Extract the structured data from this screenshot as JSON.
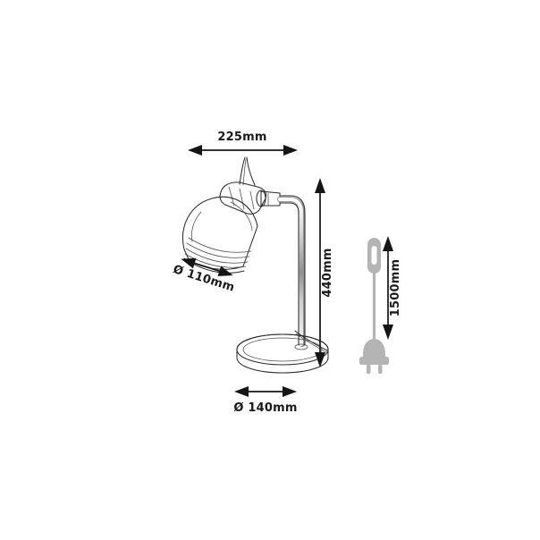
{
  "drawing": {
    "title": "Table lamp technical dimension drawing",
    "background_color": "#ffffff",
    "line_color": "#1a1a1a",
    "cord_color": "#b4b4b4",
    "units": "mm"
  },
  "dimensions": {
    "width_top": {
      "label": "225mm",
      "value": 225,
      "unit": "mm",
      "orientation": "horizontal",
      "measures": "overall reach width of lamp"
    },
    "shade_diameter": {
      "label": "Ø 110mm",
      "value": 110,
      "unit": "mm",
      "orientation": "diagonal",
      "measures": "lamp shade diameter"
    },
    "height": {
      "label": "440mm",
      "value": 440,
      "unit": "mm",
      "orientation": "vertical",
      "measures": "overall lamp height"
    },
    "base_diameter": {
      "label": "Ø 140mm",
      "value": 140,
      "unit": "mm",
      "orientation": "horizontal",
      "measures": "base diameter"
    },
    "cord_length": {
      "label": "1500mm",
      "value": 1500,
      "unit": "mm",
      "orientation": "vertical",
      "measures": "power cord length"
    }
  },
  "parts": [
    {
      "name": "lamp-shade",
      "description": "ribbed dome shade"
    },
    {
      "name": "shade-joint",
      "description": "adjustable socket joint"
    },
    {
      "name": "lamp-arm",
      "description": "curved chrome arm"
    },
    {
      "name": "lamp-base",
      "description": "round disc base"
    },
    {
      "name": "power-cord",
      "description": "cord with inline switch"
    },
    {
      "name": "power-plug",
      "description": "two-prong plug"
    }
  ]
}
